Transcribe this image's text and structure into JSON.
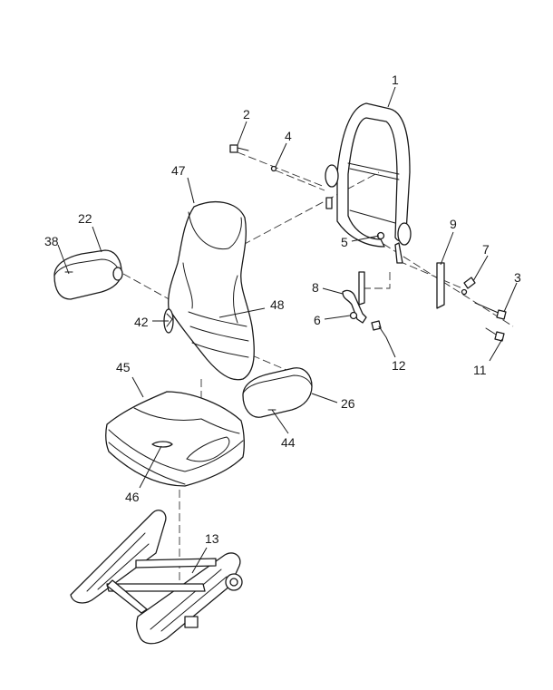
{
  "diagram": {
    "callouts": {
      "c1": "1",
      "c2": "2",
      "c3": "3",
      "c4": "4",
      "c5": "5",
      "c6": "6",
      "c7": "7",
      "c8": "8",
      "c9": "9",
      "c11": "11",
      "c12": "12",
      "c13": "13",
      "c22": "22",
      "c26": "26",
      "c38": "38",
      "c42": "42",
      "c44": "44",
      "c45": "45",
      "c46": "46",
      "c47": "47",
      "c48": "48"
    }
  }
}
